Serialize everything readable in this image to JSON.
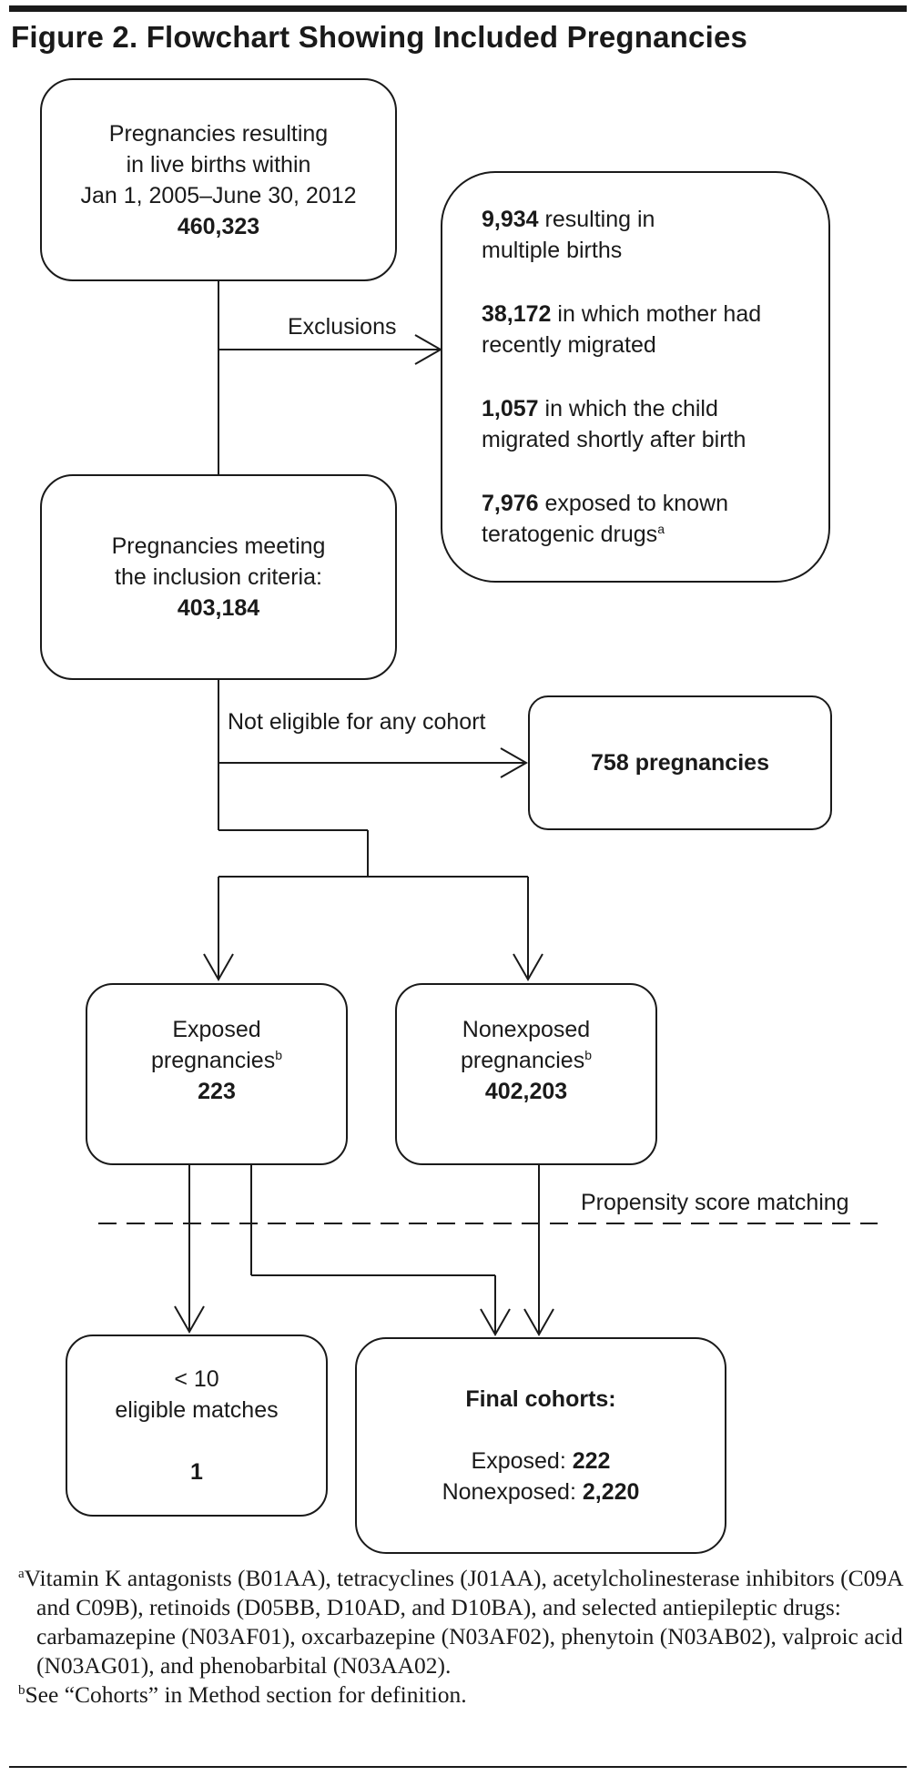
{
  "figure": {
    "title": "Figure 2. Flowchart Showing Included Pregnancies"
  },
  "nodes": {
    "start": {
      "line1": "Pregnancies resulting",
      "line2": "in live births within",
      "line3": "Jan 1, 2005–June 30, 2012",
      "count": "460,323"
    },
    "exclusions": {
      "items": [
        {
          "count": "9,934",
          "text1": " resulting in",
          "text2": "multiple births"
        },
        {
          "count": "38,172",
          "text1": " in which mother had",
          "text2": "recently migrated"
        },
        {
          "count": "1,057",
          "text1": " in which the child",
          "text2": "migrated shortly after birth"
        },
        {
          "count": "7,976",
          "text1": " exposed to known",
          "text2": "teratogenic drugs",
          "sup": "a"
        }
      ]
    },
    "inclusion": {
      "line1": "Pregnancies meeting",
      "line2": "the inclusion criteria:",
      "count": "403,184"
    },
    "not_eligible": {
      "label": "758 pregnancies"
    },
    "exposed": {
      "line1": "Exposed",
      "line2": "pregnancies",
      "sup": "b",
      "count": "223"
    },
    "nonexposed": {
      "line1": "Nonexposed",
      "line2": "pregnancies",
      "sup": "b",
      "count": "402,203"
    },
    "few_matches": {
      "line1": "< 10",
      "line2": "eligible matches",
      "count": "1"
    },
    "final": {
      "heading": "Final cohorts:",
      "exposed_label": "Exposed: ",
      "exposed_count": "222",
      "nonexposed_label": "Nonexposed: ",
      "nonexposed_count": "2,220"
    }
  },
  "edge_labels": {
    "exclusions": "Exclusions",
    "not_eligible": "Not eligible for any cohort",
    "propensity": "Propensity score matching"
  },
  "footnotes": {
    "a_mark": "a",
    "a_text": "Vitamin K antagonists (B01AA), tetracyclines (J01AA), acetylcholinesterase inhibitors (C09A and C09B), retinoids (D05BB, D10AD, and D10BA), and selected antiepileptic drugs: carbamazepine (N03AF01), oxcarbazepine (N03AF02), phenytoin (N03AB02), valproic acid (N03AG01), and phenobarbital (N03AA02).",
    "b_mark": "b",
    "b_text": "See “Cohorts” in Method section for definition."
  }
}
